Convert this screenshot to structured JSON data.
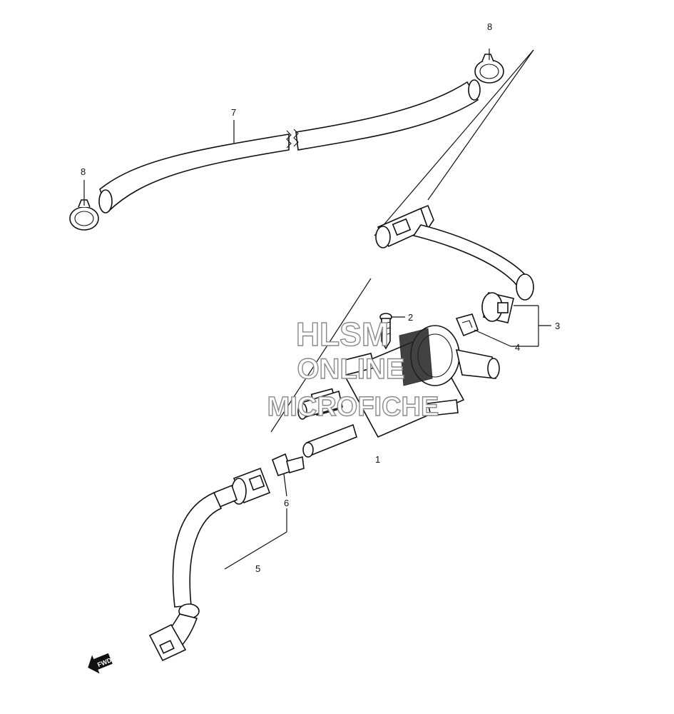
{
  "diagram": {
    "callouts": [
      {
        "id": "1",
        "label": "1"
      },
      {
        "id": "2",
        "label": "2"
      },
      {
        "id": "3",
        "label": "3"
      },
      {
        "id": "4",
        "label": "4"
      },
      {
        "id": "5",
        "label": "5"
      },
      {
        "id": "6",
        "label": "6"
      },
      {
        "id": "7",
        "label": "7"
      },
      {
        "id": "8a",
        "label": "8"
      },
      {
        "id": "8b",
        "label": "8"
      }
    ],
    "watermark": {
      "line1": "HLSM",
      "line2": "ONLINE",
      "line3": "MICROFICHE"
    },
    "fwd_badge": "FWD"
  }
}
